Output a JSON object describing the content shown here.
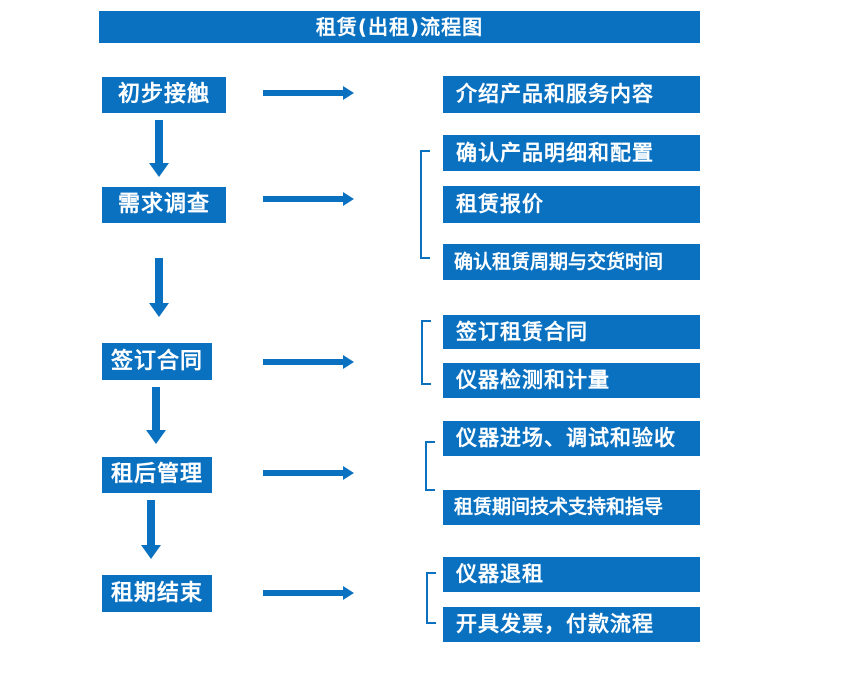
{
  "title": "租赁(出租)流程图",
  "colors": {
    "accent": "#0a70c0",
    "text_on_accent": "#ffffff",
    "background": "#ffffff"
  },
  "steps": [
    {
      "label": "初步接触"
    },
    {
      "label": "需求调查"
    },
    {
      "label": "签订合同"
    },
    {
      "label": "租后管理"
    },
    {
      "label": "租期结束"
    }
  ],
  "details": [
    {
      "label": "介绍产品和服务内容"
    },
    {
      "label": "确认产品明细和配置"
    },
    {
      "label": "租赁报价"
    },
    {
      "label": "确认租赁周期与交货时间"
    },
    {
      "label": "签订租赁合同"
    },
    {
      "label": "仪器检测和计量"
    },
    {
      "label": "仪器进场、调试和验收"
    },
    {
      "label": "租赁期间技术支持和指导"
    },
    {
      "label": "仪器退租"
    },
    {
      "label": "开具发票，付款流程"
    }
  ]
}
